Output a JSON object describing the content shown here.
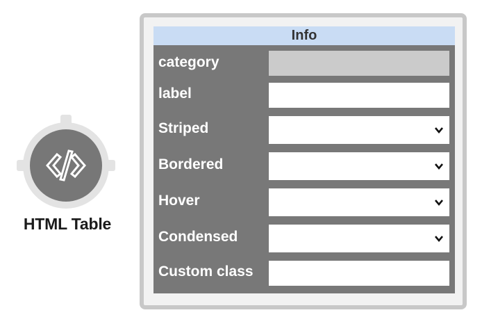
{
  "node": {
    "label": "HTML Table",
    "icon": "code-icon"
  },
  "panel": {
    "title": "Info",
    "header_color": "#c9dcf4",
    "fields": [
      {
        "label": "category",
        "type": "text",
        "value": "",
        "disabled": true
      },
      {
        "label": "label",
        "type": "text",
        "value": ""
      },
      {
        "label": "Striped",
        "type": "select",
        "value": ""
      },
      {
        "label": "Bordered",
        "type": "select",
        "value": ""
      },
      {
        "label": "Hover",
        "type": "select",
        "value": ""
      },
      {
        "label": "Condensed",
        "type": "select",
        "value": ""
      },
      {
        "label": "Custom class",
        "type": "text",
        "value": ""
      }
    ]
  }
}
